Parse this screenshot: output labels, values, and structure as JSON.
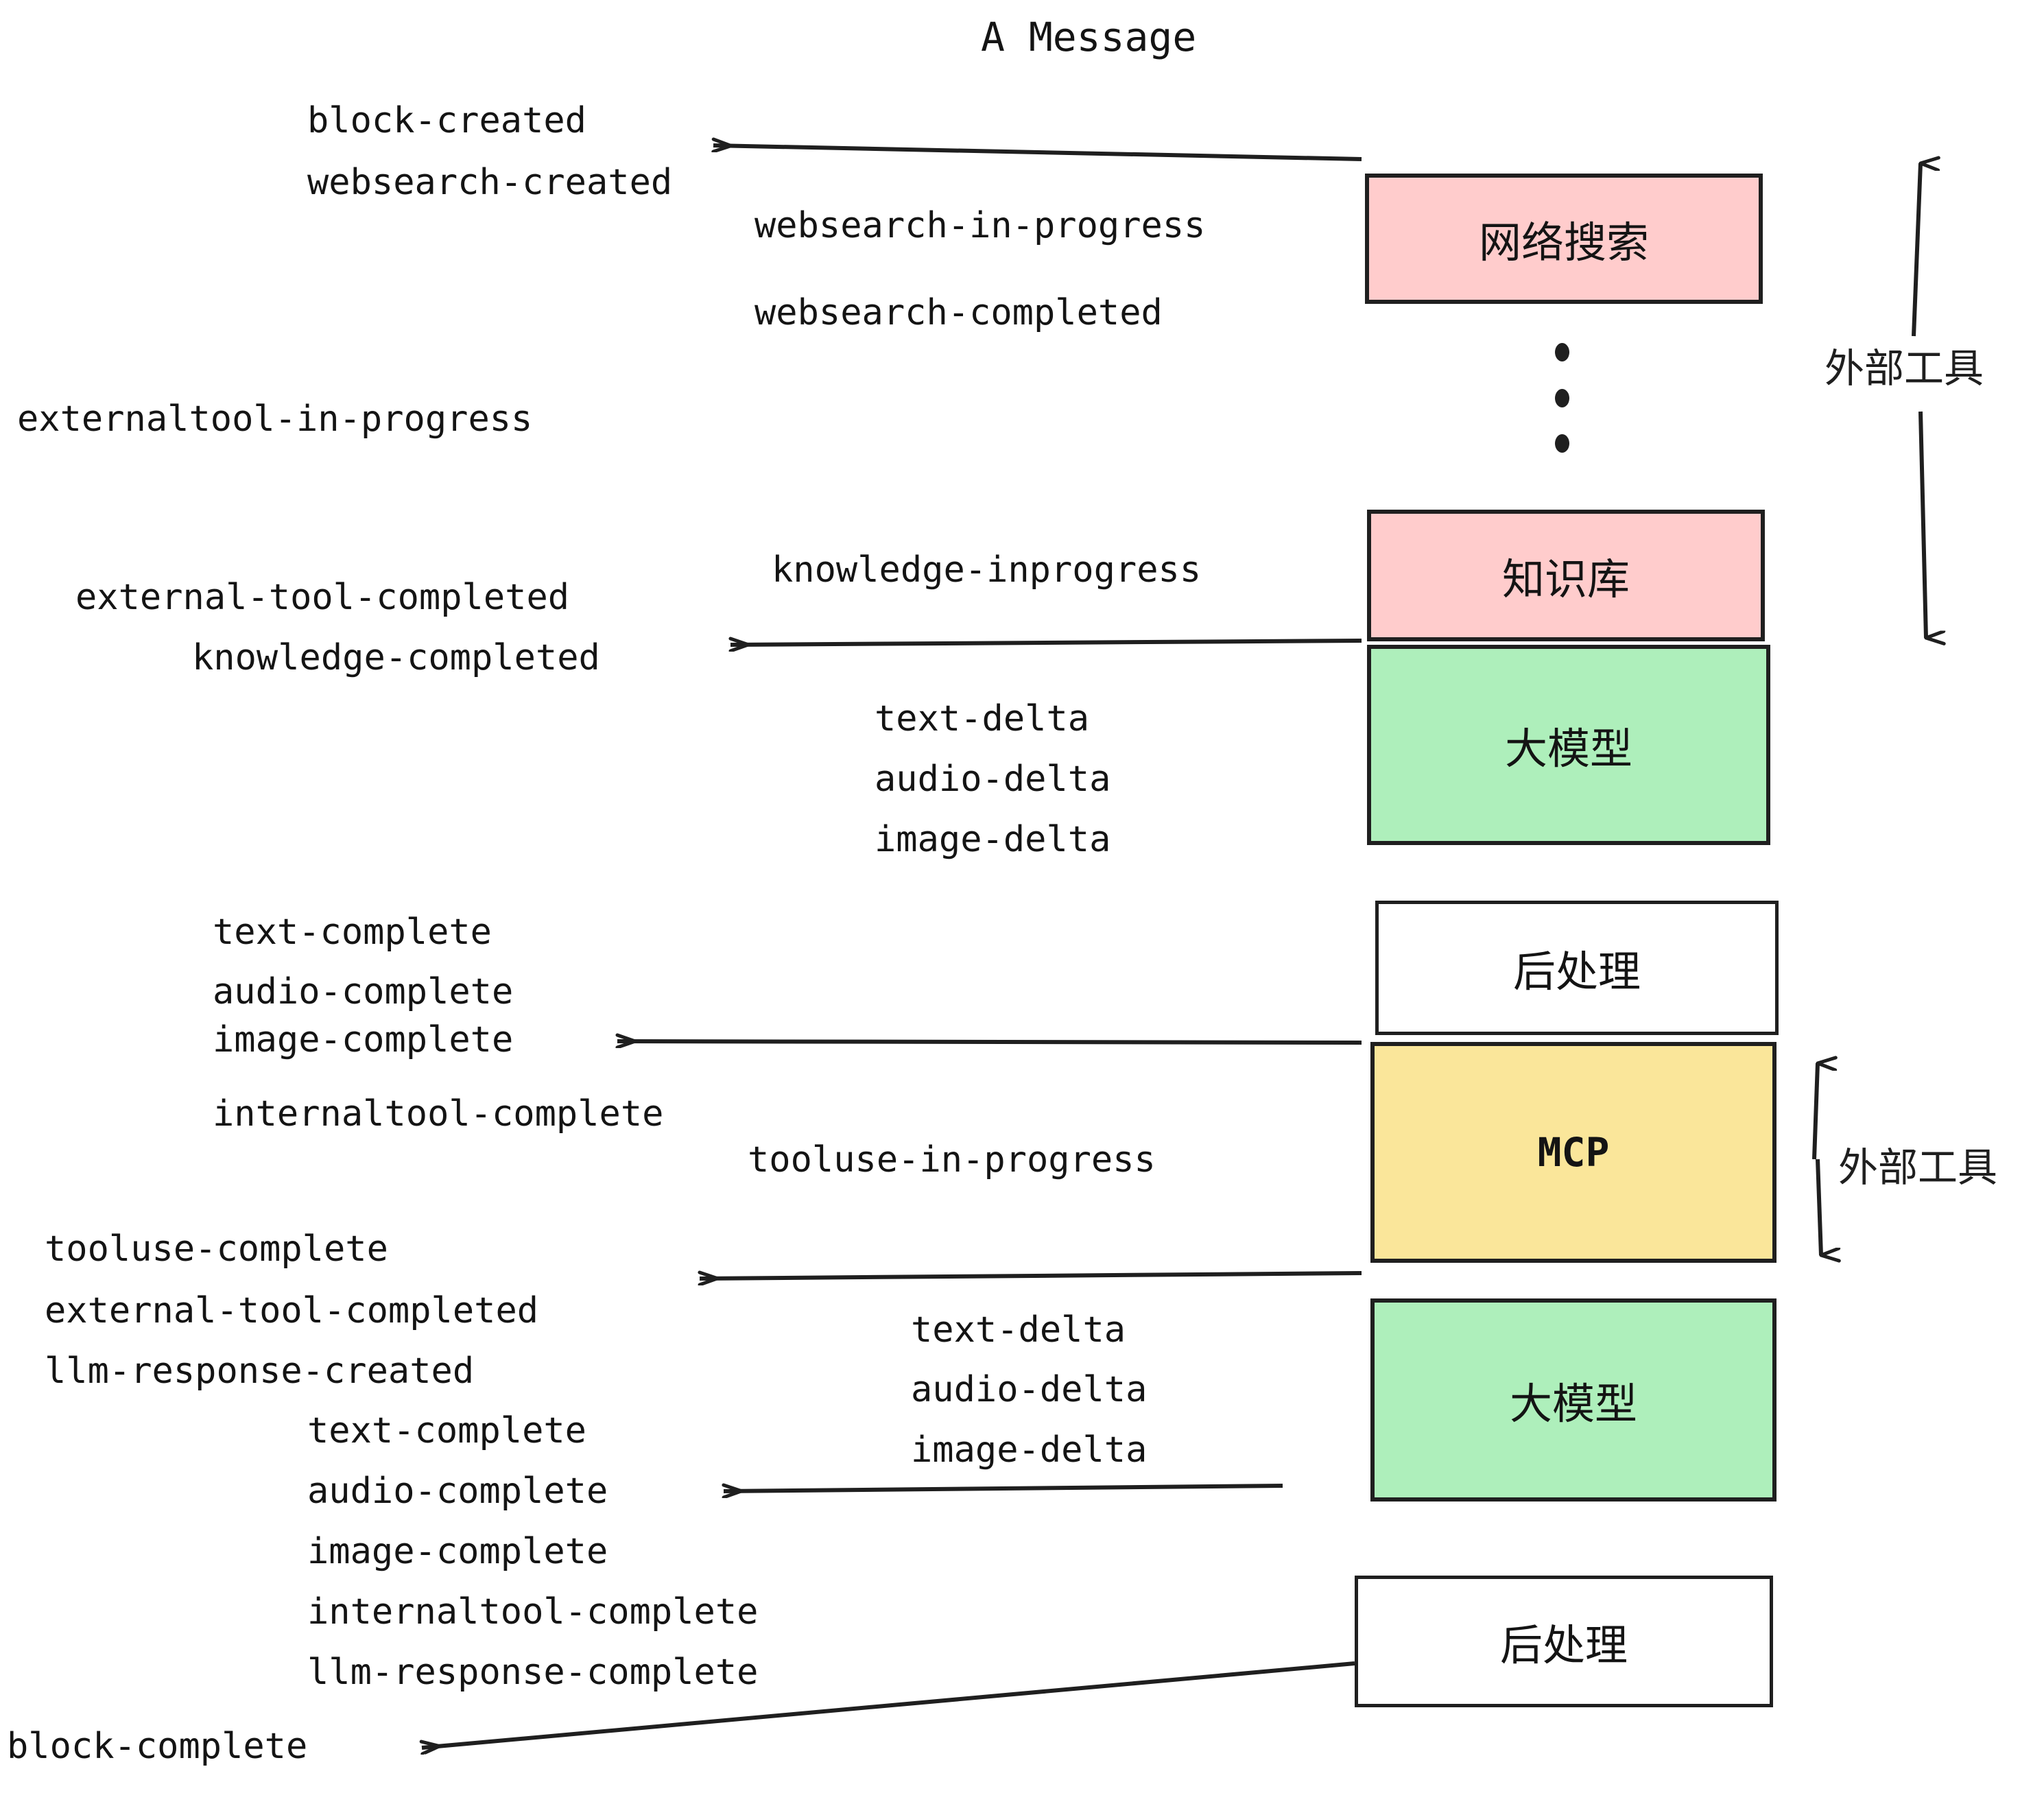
{
  "title": "A Message",
  "colors": {
    "pink": "#FFCCCC",
    "green": "#AEEFBB",
    "yellow": "#FAE69A",
    "white": "#FFFFFF",
    "stroke": "#1F1F1F",
    "text": "#141414",
    "background": "#FFFFFF"
  },
  "boxes": [
    {
      "id": "websearch",
      "label": "网络搜索",
      "fill": "pink"
    },
    {
      "id": "knowledge",
      "label": "知识库",
      "fill": "pink"
    },
    {
      "id": "llm-top",
      "label": "大模型",
      "fill": "green"
    },
    {
      "id": "postproc-top",
      "label": "后处理",
      "fill": "white"
    },
    {
      "id": "mcp",
      "label": "MCP",
      "fill": "yellow"
    },
    {
      "id": "llm-bottom",
      "label": "大模型",
      "fill": "green"
    },
    {
      "id": "postproc-bottom",
      "label": "后处理",
      "fill": "white"
    }
  ],
  "span_labels": [
    {
      "id": "external-tools-top",
      "label": "外部工具"
    },
    {
      "id": "external-tools-bottom",
      "label": "外部工具"
    }
  ],
  "events": {
    "block_created": "block-created",
    "websearch_created": "websearch-created",
    "websearch_in_progress": "websearch-in-progress",
    "websearch_completed": "websearch-completed",
    "externaltool_in_progress": "externaltool-in-progress",
    "knowledge_inprogress": "knowledge-inprogress",
    "external_tool_completed_1": "external-tool-completed",
    "knowledge_completed": "knowledge-completed",
    "text_delta_1": "text-delta",
    "audio_delta_1": "audio-delta",
    "image_delta_1": "image-delta",
    "text_complete_1": "text-complete",
    "audio_complete_1": "audio-complete",
    "image_complete_1": "image-complete",
    "internaltool_complete_1": "internaltool-complete",
    "tooluse_in_progress": "tooluse-in-progress",
    "tooluse_complete": "tooluse-complete",
    "external_tool_completed_2": "external-tool-completed",
    "llm_response_created": "llm-response-created",
    "text_delta_2": "text-delta",
    "audio_delta_2": "audio-delta",
    "image_delta_2": "image-delta",
    "text_complete_2": "text-complete",
    "audio_complete_2": "audio-complete",
    "image_complete_2": "image-complete",
    "internaltool_complete_2": "internaltool-complete",
    "llm_response_complete": "llm-response-complete",
    "block_complete": "block-complete"
  }
}
